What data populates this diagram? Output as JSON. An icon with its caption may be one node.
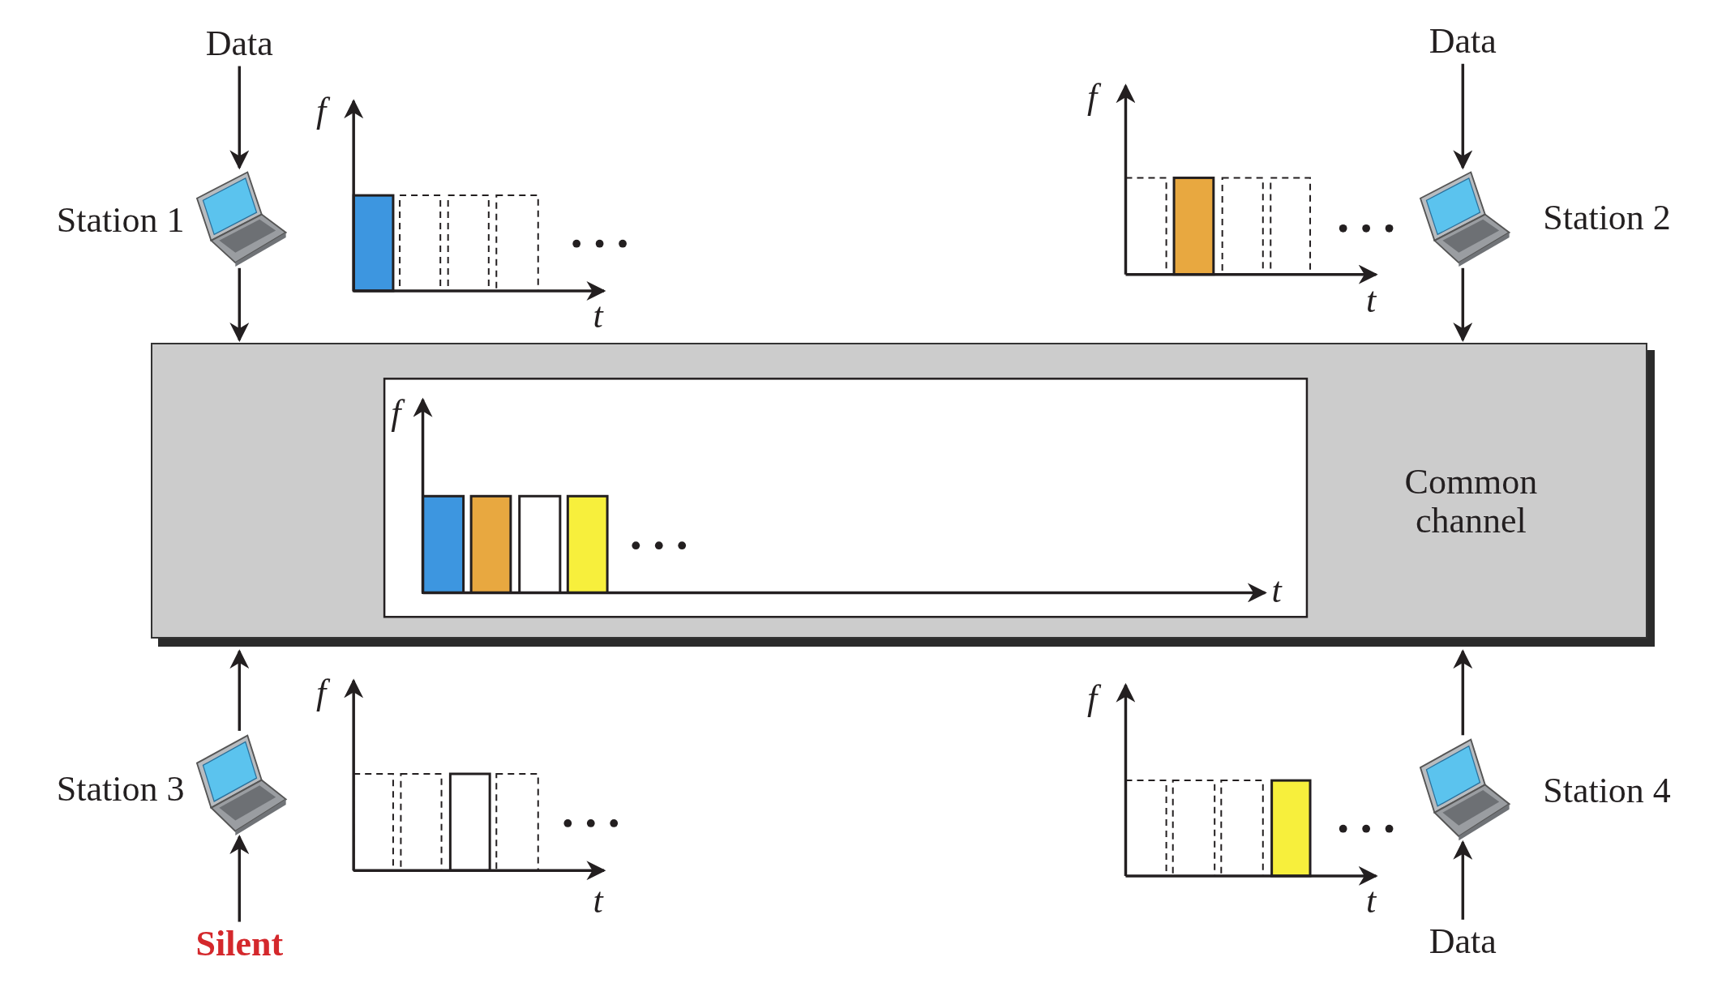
{
  "diagram": {
    "nodes": [
      {
        "text": [
          "Data"
        ]
      },
      {
        "text": [],
        "shape": "picture",
        "beside": [
          "Station 1"
        ]
      },
      {
        "text": [
          "Data"
        ]
      },
      {
        "text": [],
        "shape": "picture",
        "beside": [
          "Station 2"
        ]
      },
      {
        "text": [
          "Common channel"
        ]
      },
      {
        "text": [],
        "shape": "picture",
        "beside": [
          "Station 3"
        ]
      },
      {
        "text": [
          "Silent"
        ]
      },
      {
        "text": [],
        "shape": "picture",
        "beside": [
          "Station 4"
        ]
      },
      {
        "text": [
          "Data"
        ]
      }
    ],
    "edges": [
      {
        "from": 0,
        "to": 1,
        "arrow": "to"
      },
      {
        "from": 1,
        "to": 4,
        "arrow": "to"
      },
      {
        "from": 2,
        "to": 3,
        "arrow": "to"
      },
      {
        "from": 3,
        "to": 4,
        "arrow": "to"
      },
      {
        "from": 5,
        "to": 4,
        "arrow": "to"
      },
      {
        "from": 6,
        "to": 5,
        "arrow": "to"
      },
      {
        "from": 8,
        "to": 7,
        "arrow": "to"
      },
      {
        "from": 7,
        "to": 4,
        "arrow": "to"
      }
    ],
    "labels": [
      "f",
      "t",
      "f",
      "t",
      "f",
      "t",
      "f",
      "t",
      "f",
      "t"
    ]
  }
}
